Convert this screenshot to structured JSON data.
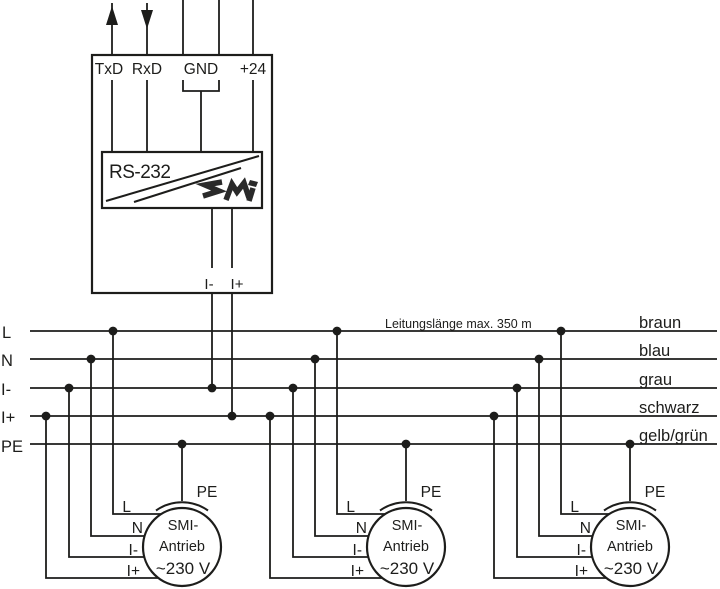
{
  "colors": {
    "line": "#1d1d1b",
    "background": "#ffffff"
  },
  "interface": {
    "terminals": [
      "TxD",
      "RxD",
      "GND",
      "+24"
    ],
    "label": "RS-232",
    "logo": "SMI",
    "outputs": [
      "I-",
      "I+"
    ]
  },
  "bus": {
    "note": "Leitungslänge max. 350 m",
    "lines": [
      {
        "name": "L",
        "color_label": "braun"
      },
      {
        "name": "N",
        "color_label": "blau"
      },
      {
        "name": "I-",
        "color_label": "grau"
      },
      {
        "name": "I+",
        "color_label": "schwarz"
      },
      {
        "name": "PE",
        "color_label": "gelb/grün"
      }
    ]
  },
  "motors": [
    {
      "pe": "PE",
      "terminals": [
        "L",
        "N",
        "I-",
        "I+"
      ],
      "label_line1": "SMI-",
      "label_line2": "Antrieb",
      "voltage": "~230 V"
    },
    {
      "pe": "PE",
      "terminals": [
        "L",
        "N",
        "I-",
        "I+"
      ],
      "label_line1": "SMI-",
      "label_line2": "Antrieb",
      "voltage": "~230 V"
    },
    {
      "pe": "PE",
      "terminals": [
        "L",
        "N",
        "I-",
        "I+"
      ],
      "label_line1": "SMI-",
      "label_line2": "Antrieb",
      "voltage": "~230 V"
    }
  ]
}
